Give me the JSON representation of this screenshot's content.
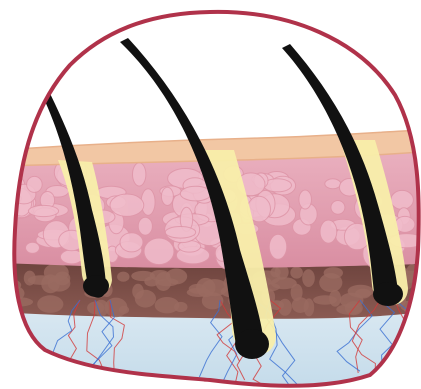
{
  "illustration": {
    "subject": "hair-follicles-in-skin-cross-section",
    "hair_count": 3,
    "layers": [
      "epidermis",
      "dermis",
      "subcutaneous-fat",
      "blood-vessel-layer"
    ],
    "colors": {
      "frame_border": "#b0324a",
      "background": "#ffffff",
      "epidermis": "#f2c7a4",
      "epidermis_edge": "#e8b08a",
      "dermis": "#e7a6b6",
      "dermis_cell": "#f0bccb",
      "dermis_cell_edge": "#de96a8",
      "fat_layer": "#7a4b44",
      "fat_cell": "#9a6a60",
      "vessel_layer": "#cfe3ef",
      "hair": "#111111",
      "sheath": "#f8eeaa",
      "vein_red": "#d23a3a",
      "vein_blue": "#3a6fd2"
    }
  }
}
